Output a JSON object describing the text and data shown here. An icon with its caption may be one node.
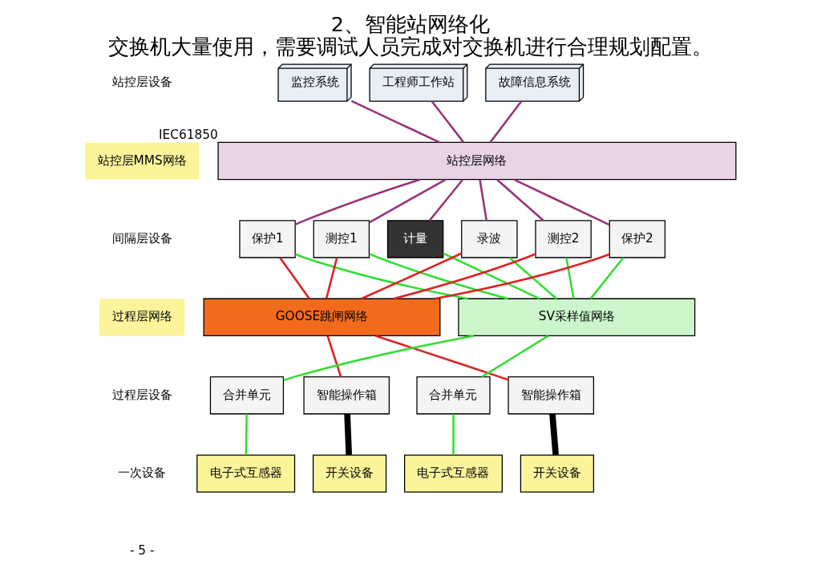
{
  "diagram": {
    "title": "2、智能站网络化",
    "caption": "交换机大量使用，需要调试人员完成对交换机进行合理规划配置。",
    "nodes": [
      {
        "text": [
          "监控系统"
        ]
      },
      {
        "text": [
          "工程师工作站"
        ]
      },
      {
        "text": [
          "故障信息系统"
        ]
      },
      {
        "text": [
          "站控层网络"
        ],
        "beside": [
          "IEC61850"
        ]
      },
      {
        "text": [
          "保护1"
        ]
      },
      {
        "text": [
          "测控1"
        ]
      },
      {
        "text": [
          "计量"
        ]
      },
      {
        "text": [
          "录波"
        ]
      },
      {
        "text": [
          "测控2"
        ]
      },
      {
        "text": [
          "保护2"
        ]
      },
      {
        "text": [
          "GOOSE跳闸网络"
        ]
      },
      {
        "text": [
          "SV采样值网络"
        ]
      },
      {
        "text": [
          "合并单元"
        ]
      },
      {
        "text": [
          "智能操作箱"
        ]
      },
      {
        "text": [
          "合并单元"
        ]
      },
      {
        "text": [
          "智能操作箱"
        ]
      },
      {
        "text": [
          "电子式互感器"
        ]
      },
      {
        "text": [
          "开关设备"
        ]
      },
      {
        "text": [
          "电子式互感器"
        ]
      },
      {
        "text": [
          "开关设备"
        ]
      }
    ],
    "edges": [
      {
        "from": 0,
        "to": 3,
        "arrow": "none",
        "color": "#993377"
      },
      {
        "from": 1,
        "to": 3,
        "arrow": "none",
        "color": "#993377"
      },
      {
        "from": 2,
        "to": 3,
        "arrow": "none",
        "color": "#993377"
      },
      {
        "from": 3,
        "to": 4,
        "arrow": "none",
        "color": "#993377"
      },
      {
        "from": 3,
        "to": 5,
        "arrow": "none",
        "color": "#993377"
      },
      {
        "from": 3,
        "to": 6,
        "arrow": "none",
        "color": "#993377"
      },
      {
        "from": 3,
        "to": 7,
        "arrow": "none",
        "color": "#993377"
      },
      {
        "from": 3,
        "to": 8,
        "arrow": "none",
        "color": "#993377"
      },
      {
        "from": 3,
        "to": 9,
        "arrow": "none",
        "color": "#993377"
      },
      {
        "from": 4,
        "to": 11,
        "arrow": "none",
        "color": "#33dd33"
      },
      {
        "from": 4,
        "to": 10,
        "arrow": "none",
        "color": "#dd2222"
      },
      {
        "from": 5,
        "to": 11,
        "arrow": "none",
        "color": "#33dd33"
      },
      {
        "from": 5,
        "to": 10,
        "arrow": "none",
        "color": "#dd2222"
      },
      {
        "from": 6,
        "to": 11,
        "arrow": "none",
        "color": "#33dd33"
      },
      {
        "from": 7,
        "to": 11,
        "arrow": "none",
        "color": "#33dd33"
      },
      {
        "from": 7,
        "to": 10,
        "arrow": "none",
        "color": "#dd2222"
      },
      {
        "from": 8,
        "to": 11,
        "arrow": "none",
        "color": "#33dd33"
      },
      {
        "from": 8,
        "to": 10,
        "arrow": "none",
        "color": "#dd2222"
      },
      {
        "from": 9,
        "to": 11,
        "arrow": "none",
        "color": "#33dd33"
      },
      {
        "from": 9,
        "to": 10,
        "arrow": "none",
        "color": "#dd2222"
      },
      {
        "from": 11,
        "to": 12,
        "arrow": "none",
        "color": "#33dd33"
      },
      {
        "from": 10,
        "to": 13,
        "arrow": "none",
        "color": "#dd2222"
      },
      {
        "from": 11,
        "to": 14,
        "arrow": "none",
        "color": "#33dd33"
      },
      {
        "from": 10,
        "to": 15,
        "arrow": "none",
        "color": "#dd2222"
      },
      {
        "from": 12,
        "to": 16,
        "arrow": "none",
        "color": "#33dd33"
      },
      {
        "from": 13,
        "to": 17,
        "arrow": "none",
        "style": "thick",
        "color": "#000000"
      },
      {
        "from": 14,
        "to": 18,
        "arrow": "none",
        "color": "#33dd33"
      },
      {
        "from": 15,
        "to": 19,
        "arrow": "none",
        "style": "thick",
        "color": "#000000"
      }
    ],
    "labels": [
      "站控层设备",
      "站控层MMS网络",
      "间隔层设备",
      "过程层网络",
      "过程层设备",
      "一次设备",
      "- 5 -"
    ]
  }
}
